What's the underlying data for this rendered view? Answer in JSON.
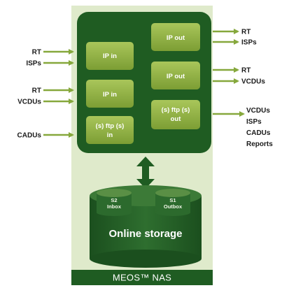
{
  "system": {
    "footer_label": "MEOS™ NAS"
  },
  "processing": {
    "inputs": [
      {
        "box_lines": [
          "IP in"
        ],
        "sources": [
          "RT",
          "ISPs"
        ]
      },
      {
        "box_lines": [
          "IP in"
        ],
        "sources": [
          "RT",
          "VCDUs"
        ]
      },
      {
        "box_lines": [
          "(s) ftp (s)",
          "in"
        ],
        "sources": [
          "CADUs"
        ]
      }
    ],
    "outputs": [
      {
        "box_lines": [
          "IP out"
        ],
        "destinations": [
          "RT",
          "ISPs"
        ]
      },
      {
        "box_lines": [
          "IP out"
        ],
        "destinations": [
          "RT",
          "VCDUs"
        ]
      },
      {
        "box_lines": [
          "(s) ftp (s)",
          "out"
        ],
        "destinations": [
          "VCDUs",
          "ISPs",
          "CADUs",
          "Reports"
        ]
      }
    ]
  },
  "storage": {
    "title": "Online storage",
    "volumes": [
      {
        "id": "S2",
        "name": "Inbox"
      },
      {
        "id": "S1",
        "name": "Outbox"
      }
    ]
  },
  "colors": {
    "dark_green": "#1f5c22",
    "box_green": "#94b447",
    "panel_green": "#dfeacb",
    "arrow_green": "#86a83c"
  }
}
